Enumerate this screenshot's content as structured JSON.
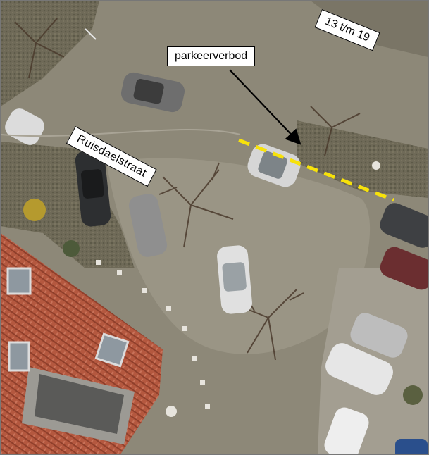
{
  "map": {
    "labels": {
      "parking_ban": "parkeerverbod",
      "street_name": "Ruisdaelstraat",
      "house_numbers": "13 t/m 19"
    },
    "colors": {
      "asphalt": "#8d8878",
      "paving": "#a39e91",
      "roof_tiles": "#b4583f",
      "parking_ban_line": "#f7e20a",
      "arrow": "#000000",
      "label_background": "#ffffff"
    },
    "features": {
      "parking_ban_line_style": "dashed",
      "arrow_icon": "arrow-icon"
    }
  }
}
